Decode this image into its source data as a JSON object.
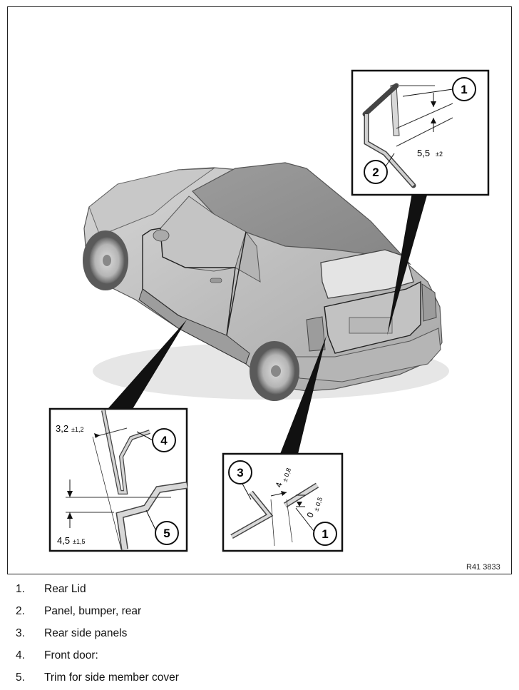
{
  "figure_ref": "R41 3833",
  "callouts": {
    "rear_lid": "1",
    "panel_bumper": "2",
    "rear_side_panels": "3",
    "front_door": "4",
    "trim_side_member": "5"
  },
  "dimensions": {
    "gap_rear_lid": "5,5",
    "tol_rear_lid": "±2",
    "gap_front_door": "3,2",
    "tol_front_door": "±1,2",
    "gap_trim": "4,5",
    "tol_trim": "±1,5",
    "gap_rear_side": "4",
    "tol_rear_side": "± 0,8",
    "flush_rear_side": "0",
    "tol_flush": "± 0,5"
  },
  "legend": [
    {
      "num": "1.",
      "label": "Rear Lid"
    },
    {
      "num": "2.",
      "label": "Panel, bumper, rear"
    },
    {
      "num": "3.",
      "label": "Rear side panels"
    },
    {
      "num": "4.",
      "label": "Front door:"
    },
    {
      "num": "5.",
      "label": "Trim for side member cover"
    }
  ]
}
